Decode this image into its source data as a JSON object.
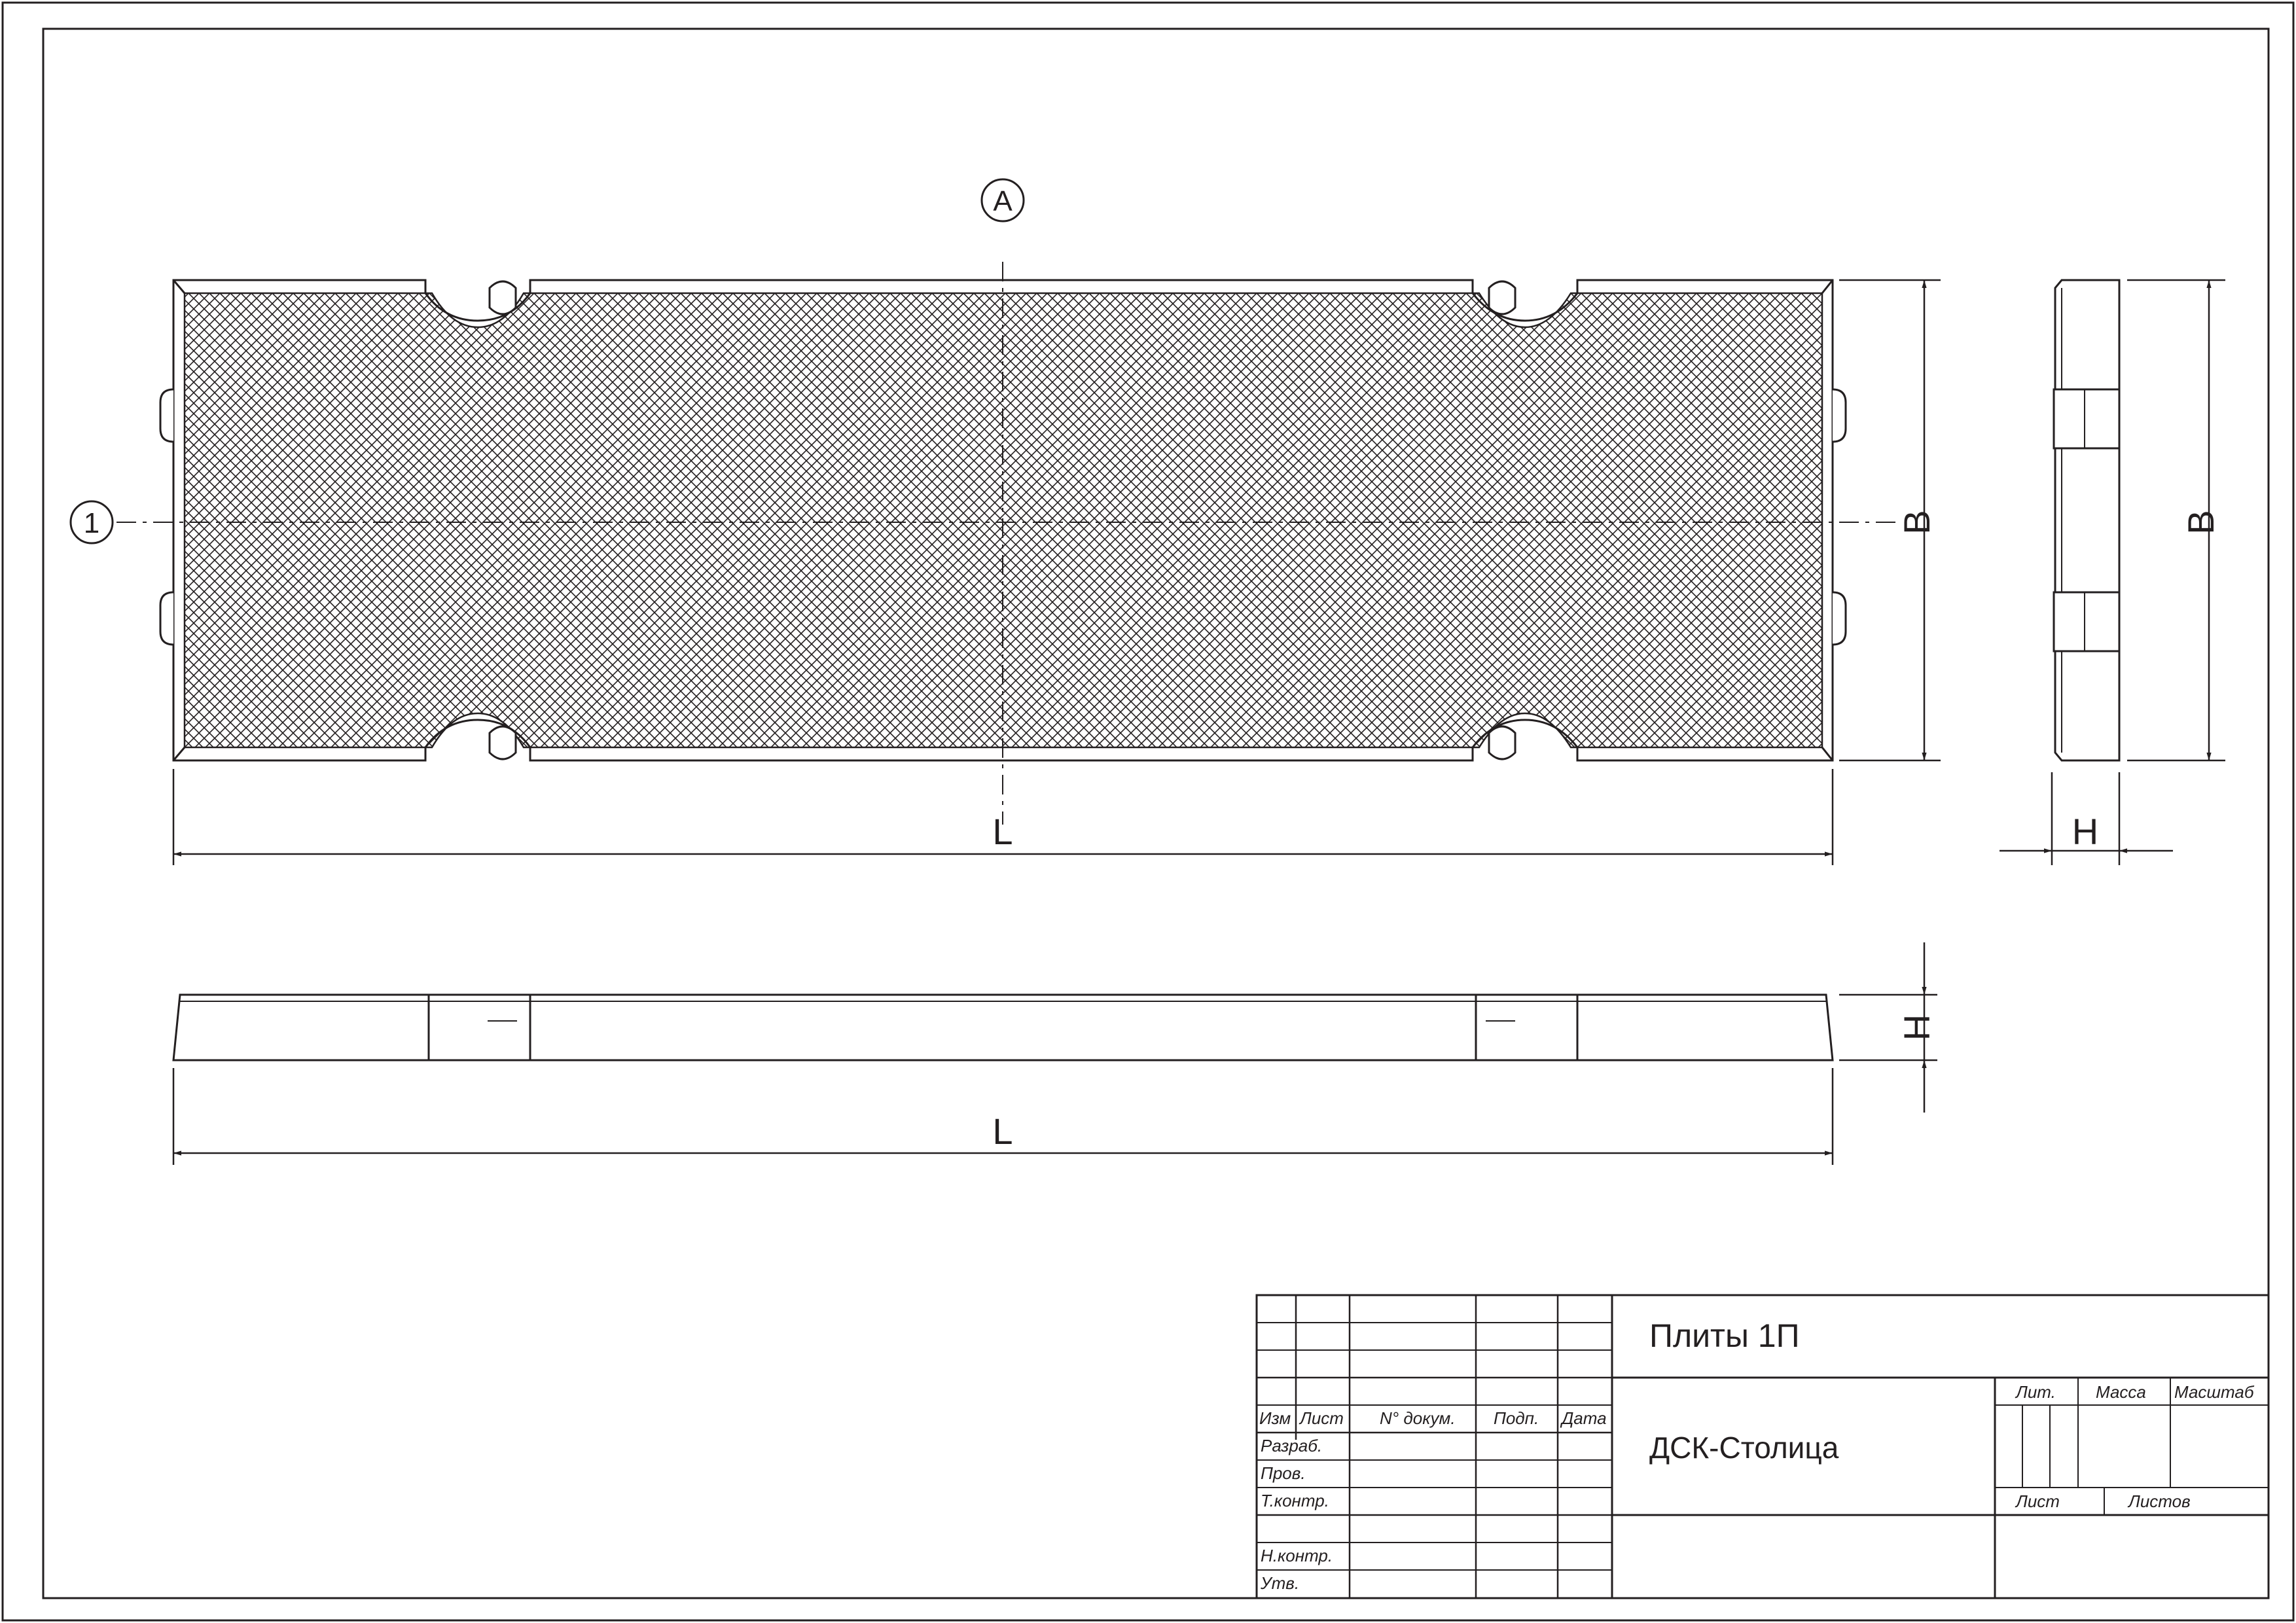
{
  "drawing": {
    "callouts": {
      "axis_letter": "A",
      "axis_number": "1"
    },
    "dimensions": {
      "plan_length": "L",
      "plan_width": "B",
      "end_width": "B",
      "end_height": "H",
      "side_height": "H",
      "side_length": "L"
    },
    "views": [
      "plan-view",
      "end-view",
      "side-view"
    ]
  },
  "title_block": {
    "title": "Плиты 1П",
    "organization": "ДСК-Столица",
    "headers": {
      "izm": "Изм",
      "list": "Лист",
      "doc_no": "N° докум.",
      "sign": "Подп.",
      "date": "Дата"
    },
    "roles": {
      "developed": "Разраб.",
      "checked": "Пров.",
      "tech_control": "Т.контр.",
      "norm_control": "Н.контр.",
      "approved": "Утв."
    },
    "right_labels": {
      "lit": "Лит.",
      "mass": "Масса",
      "scale": "Масштаб",
      "sheet": "Лист",
      "sheets": "Листов"
    }
  },
  "colors": {
    "line": "#231f20",
    "background": "#ffffff"
  }
}
